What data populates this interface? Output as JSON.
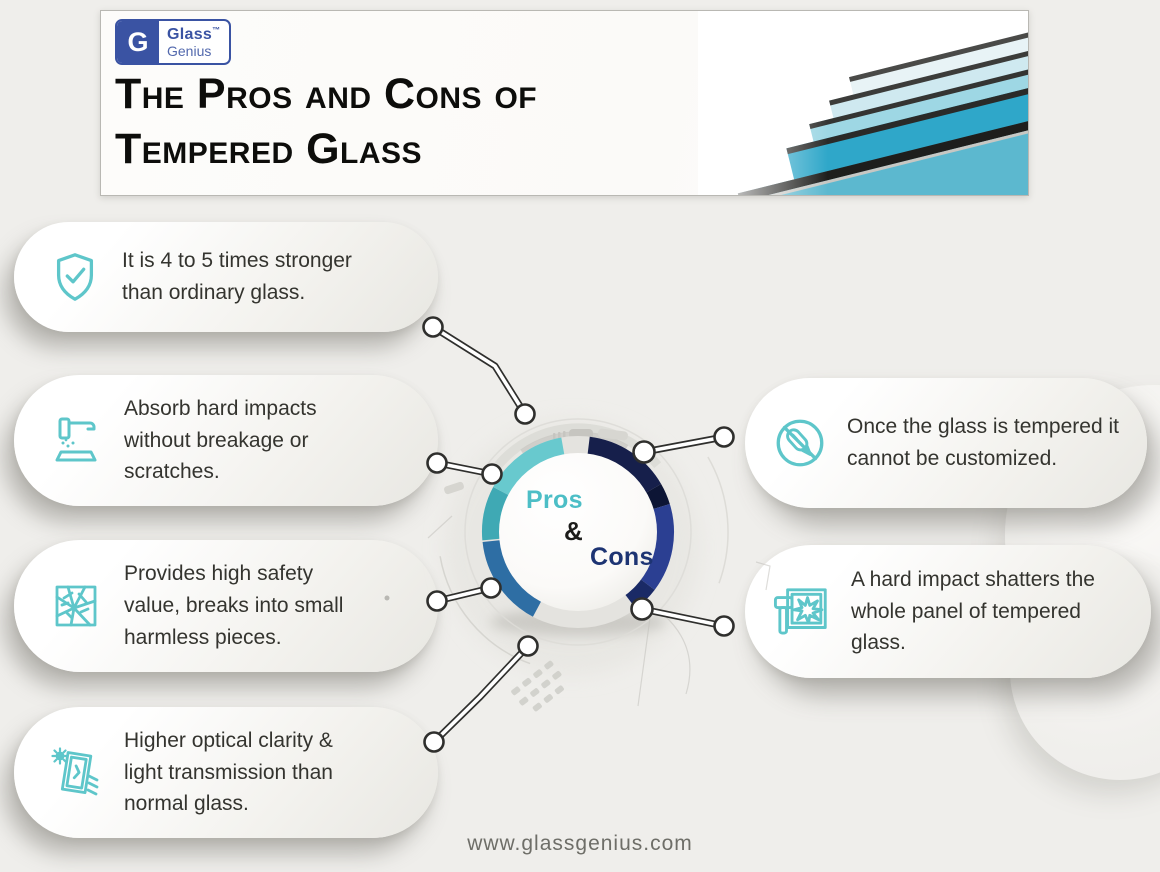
{
  "header": {
    "logo": {
      "letter": "G",
      "brand_line1": "Glass",
      "trademark": "™",
      "brand_line2": "Genius"
    },
    "title_line1": "The Pros and Cons of",
    "title_line2": "Tempered Glass"
  },
  "hub": {
    "pros": "Pros",
    "ampersand": "&",
    "cons": "Cons"
  },
  "pros_cards": [
    {
      "icon": "shield-check-icon",
      "text": "It is 4 to 5 times stronger than ordinary glass."
    },
    {
      "icon": "hammer-impact-icon",
      "text": "Absorb hard impacts without breakage or scratches."
    },
    {
      "icon": "shattered-glass-icon",
      "text": "Provides high safety value, breaks into small harmless pieces."
    },
    {
      "icon": "window-clarity-icon",
      "text": "Higher optical clarity & light transmission than normal glass."
    }
  ],
  "cons_cards": [
    {
      "icon": "no-customization-icon",
      "text": "Once the glass is tempered it cannot be customized."
    },
    {
      "icon": "panel-shatter-icon",
      "text": "A hard impact shatters the whole panel of tempered glass."
    }
  ],
  "footer": {
    "url": "www.glassgenius.com"
  },
  "colors": {
    "accent_teal": "#5EC6CA",
    "pros_text": "#4CBEC6",
    "cons_text": "#1D3473",
    "logo_blue": "#3A53A3",
    "background": "#EFEEEB",
    "ring_light_teal": "#68C9CE",
    "ring_teal": "#3FA9B4",
    "ring_steel_blue": "#2E6EA4",
    "ring_navy": "#161F4B",
    "ring_navy_dark": "#0D1535",
    "ring_royal_blue": "#2B3F92",
    "ring_navy2": "#1A2A66"
  }
}
